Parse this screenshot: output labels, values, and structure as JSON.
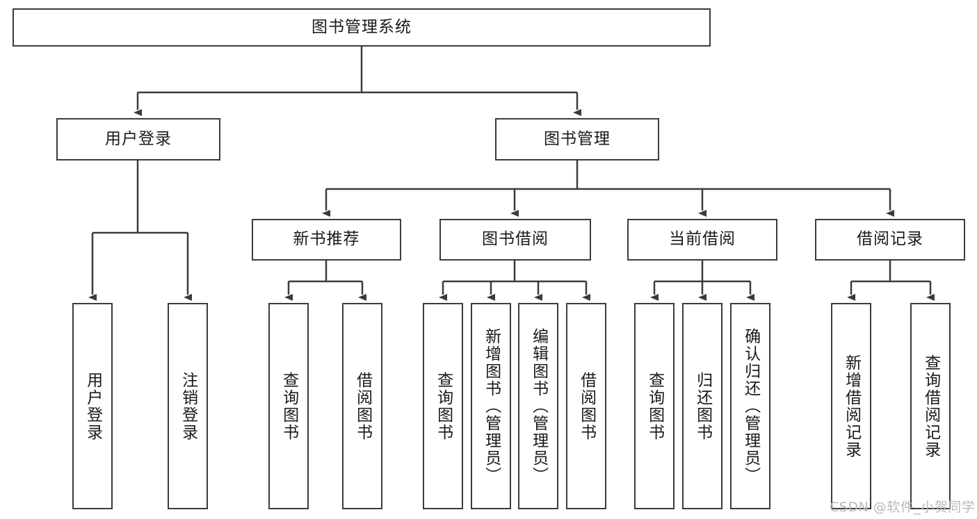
{
  "diagram": {
    "title": "图书管理系统",
    "type": "tree-hierarchy-chart",
    "stroke_color": "#3b3b3b",
    "background_color": "#ffffff",
    "text_color": "#1a1a1a"
  },
  "root": {
    "label": "图书管理系统"
  },
  "level2": [
    {
      "label": "用户登录"
    },
    {
      "label": "图书管理"
    }
  ],
  "level3": [
    {
      "label": "新书推荐"
    },
    {
      "label": "图书借阅"
    },
    {
      "label": "当前借阅"
    },
    {
      "label": "借阅记录"
    }
  ],
  "leaves": {
    "user_login": [
      {
        "label": "用户登录"
      },
      {
        "label": "注销登录"
      }
    ],
    "new_book_recommend": [
      {
        "label": "查询图书"
      },
      {
        "label": "借阅图书"
      }
    ],
    "book_borrow": [
      {
        "label": "查询图书"
      },
      {
        "label": "新增图书（管理员）"
      },
      {
        "label": "编辑图书（管理员）"
      },
      {
        "label": "借阅图书"
      }
    ],
    "current_borrow": [
      {
        "label": "查询图书"
      },
      {
        "label": "归还图书"
      },
      {
        "label": "确认归还（管理员）"
      }
    ],
    "borrow_record": [
      {
        "label": "新增借阅记录"
      },
      {
        "label": "查询借阅记录"
      }
    ]
  },
  "watermark": {
    "text": "CSDN @软件_小贺同学"
  }
}
